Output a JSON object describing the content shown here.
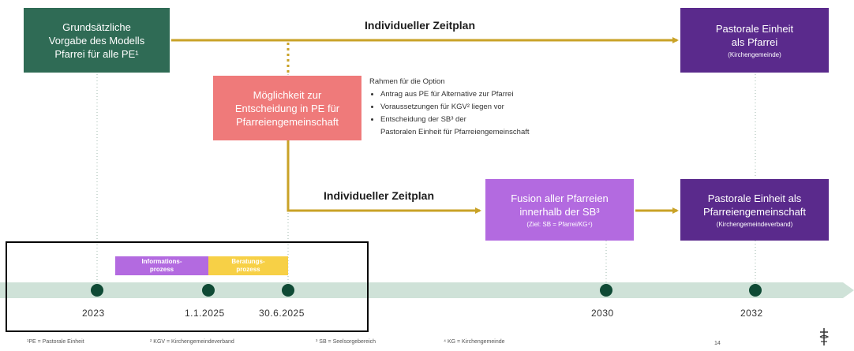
{
  "colors": {
    "green": "#2f6b55",
    "purple": "#5a2a8c",
    "coral": "#ef7a7a",
    "lilac": "#b36ae0",
    "gold": "#c9a227",
    "timeline": "#cfe2d8",
    "dot": "#0f4a35"
  },
  "boxes": {
    "default_model": {
      "title": "Grundsätzliche\nVorgabe des Modells\nPfarrei für alle PE¹"
    },
    "option": {
      "title": "Möglichkeit zur\nEntscheidung in PE für\nPfarreiengemeinschaft"
    },
    "parish": {
      "title": "Pastorale Einheit\nals Pfarrei",
      "subtitle": "(Kirchengemeinde)"
    },
    "fusion": {
      "title": "Fusion aller Pfarreien\ninnerhalb der SB³",
      "subtitle": "(Ziel: SB = Pfarrei/KG⁴)"
    },
    "community": {
      "title": "Pastorale Einheit als\nPfarreiengemeinschaft",
      "subtitle": "(Kirchengemeindeverband)"
    }
  },
  "labels": {
    "top_schedule": "Individueller Zeitplan",
    "middle_schedule": "Individueller Zeitplan"
  },
  "rahmen": {
    "heading": "Rahmen für die Option",
    "items": [
      "Antrag aus PE für Alternative zur Pfarrei",
      "Voraussetzungen für KGV² liegen vor",
      "Entscheidung der SB³ der\nPastoralen Einheit für Pfarreiengemeinschaft"
    ]
  },
  "timeline": {
    "tags": {
      "info": "Informations-\nprozess",
      "consult": "Beratungs-\nprozess"
    },
    "dates": [
      "2023",
      "1.1.2025",
      "30.6.2025",
      "2030",
      "2032"
    ]
  },
  "footnotes": [
    "¹PE = Pastorale Einheit",
    "² KGV = Kirchengemeindeverband",
    "³ SB = Seelsorgebereich",
    "⁴ KG = Kirchengemeinde"
  ],
  "page_number": "14"
}
